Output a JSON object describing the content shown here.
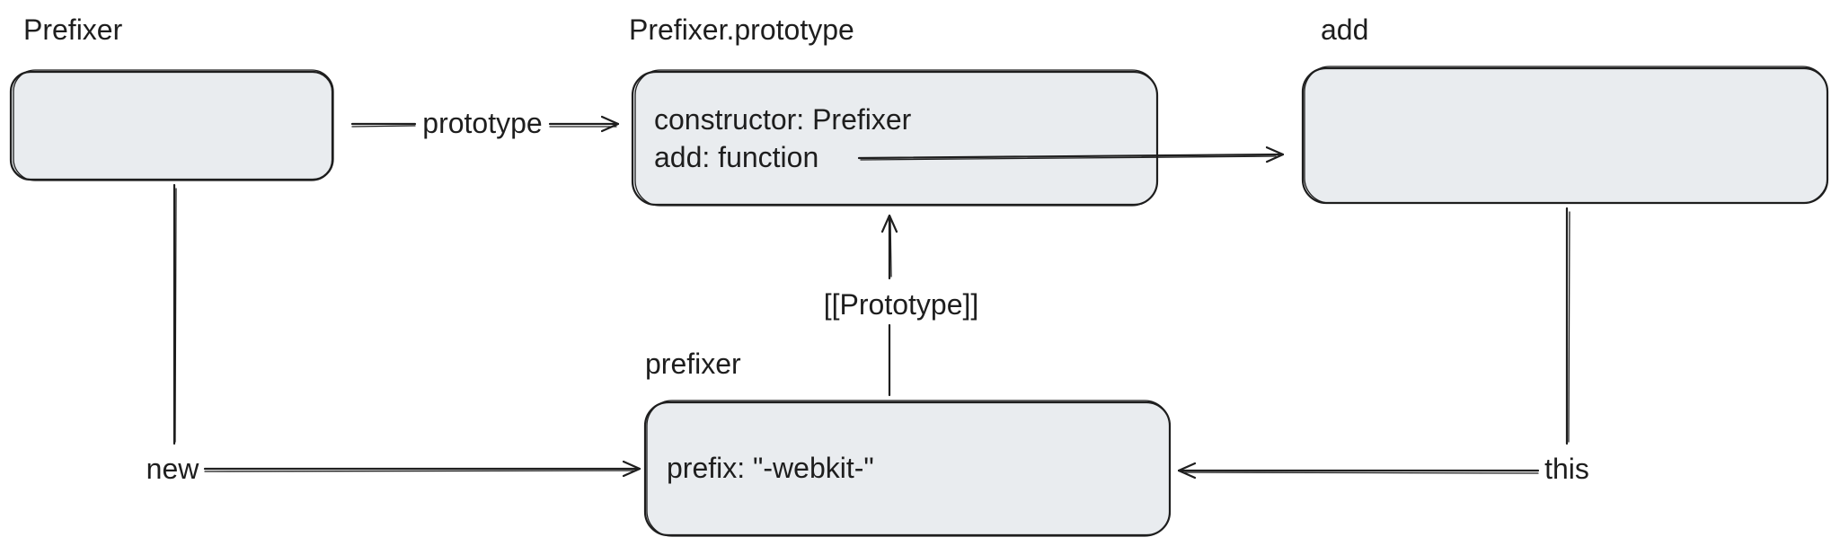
{
  "diagram": {
    "nodes": {
      "prefixer_fn": {
        "title": "Prefixer",
        "lines": []
      },
      "prototype_obj": {
        "title": "Prefixer.prototype",
        "lines": [
          "constructor: Prefixer",
          "add: function"
        ]
      },
      "add_fn": {
        "title": "add",
        "lines": []
      },
      "prefixer_instance": {
        "title": "prefixer",
        "lines": [
          "prefix: \"-webkit-\""
        ]
      }
    },
    "edges": {
      "prototype_link": "prototype",
      "proto_chain": "[[Prototype]]",
      "new_link": "new",
      "this_link": "this"
    }
  },
  "colors": {
    "box_fill": "#e9ecef",
    "stroke": "#1e1e1e",
    "background": "#ffffff"
  }
}
